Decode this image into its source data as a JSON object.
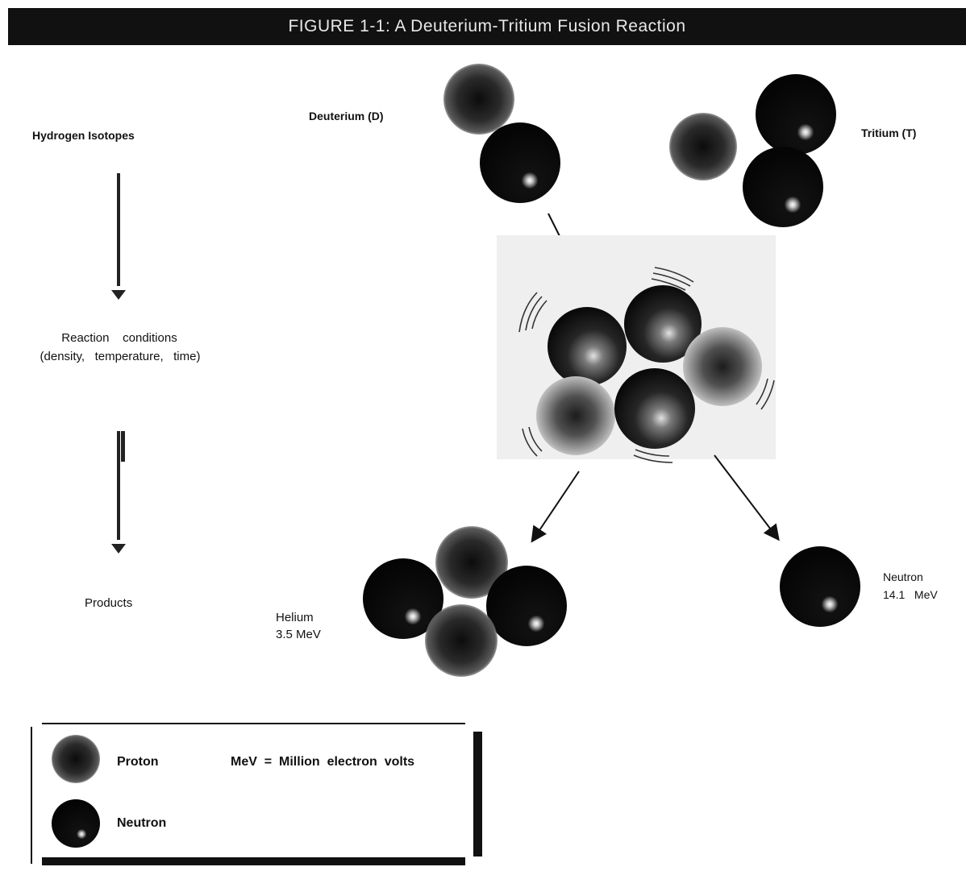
{
  "title": "FIGURE 1-1: A Deuterium-Tritium Fusion Reaction",
  "flow": {
    "step1": "Hydrogen Isotopes",
    "step2_line1": "Reaction    conditions",
    "step2_line2": "(density,   temperature,   time)",
    "step3": "Products"
  },
  "diagram": {
    "deuterium_label": "Deuterium (D)",
    "tritium_label": "Tritium (T)",
    "helium_label_line1": "Helium",
    "helium_label_line2": "3.5 MeV",
    "neutron_label_line1": "Neutron",
    "neutron_label_line2": "14.1   MeV"
  },
  "legend": {
    "proton_label": "Proton",
    "neutron_label": "Neutron",
    "mev_note": "MeV  =  Million  electron  volts"
  },
  "colors": {
    "banner_bg": "#111111",
    "banner_text": "#e8e8e8",
    "reaction_box": "#efefef"
  }
}
